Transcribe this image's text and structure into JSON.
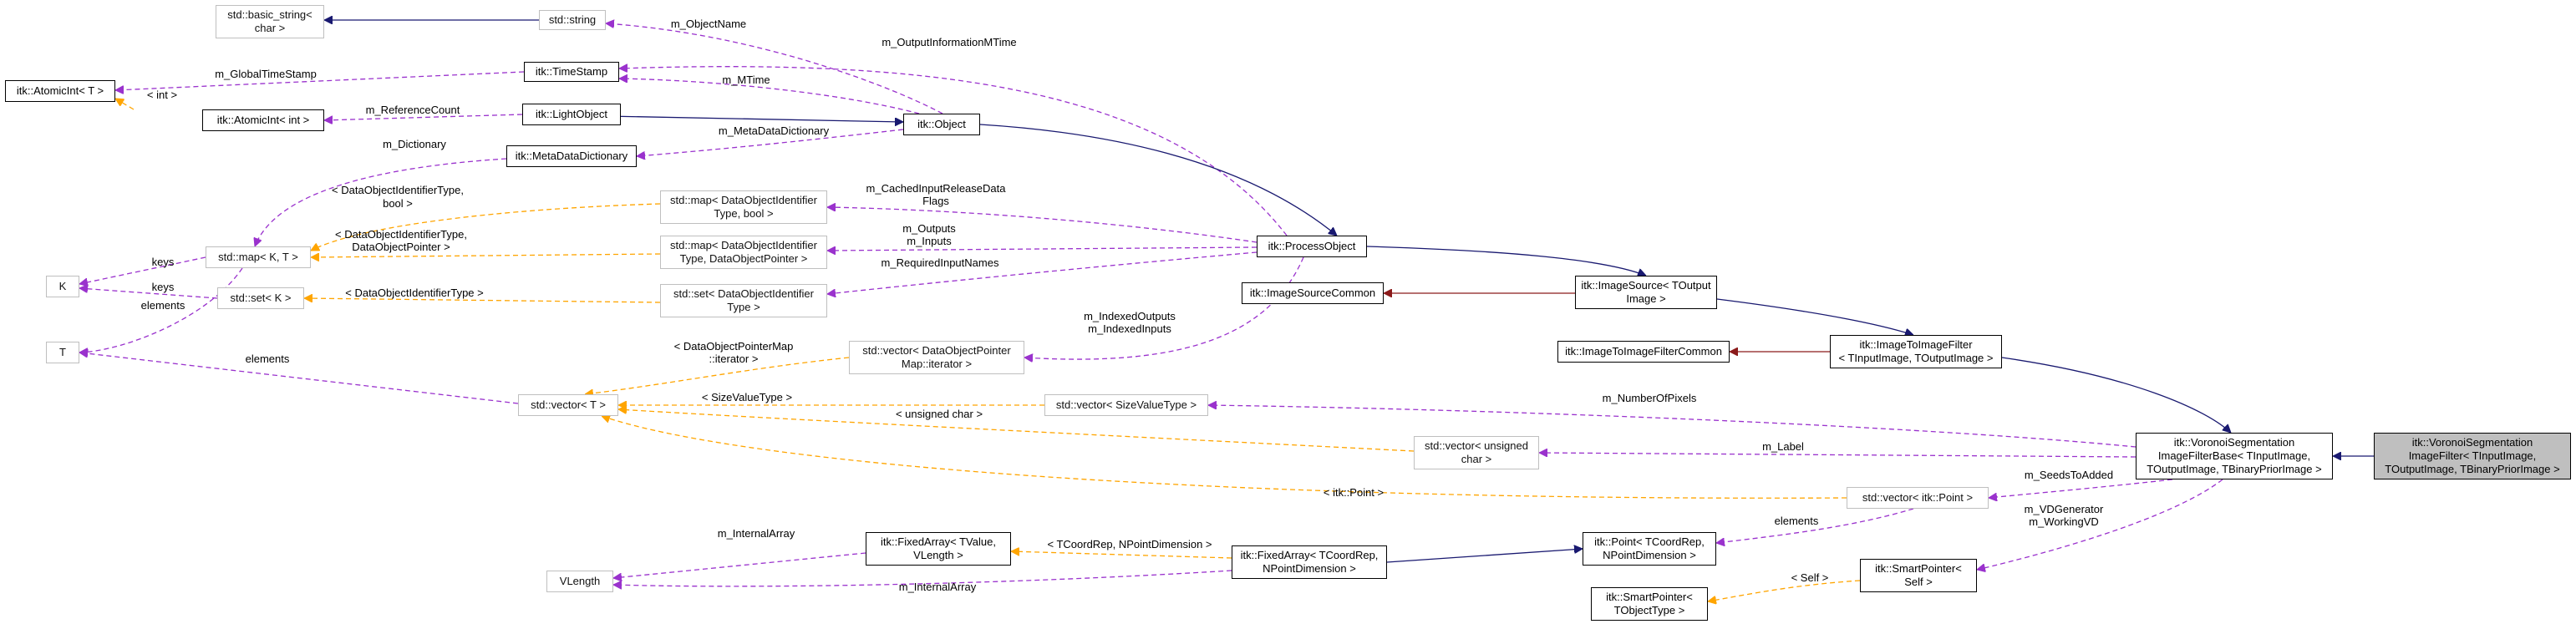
{
  "colors": {
    "inheritance": "#191970",
    "private_inheritance": "#8b1a1a",
    "usage": "#9a32cd",
    "template": "#ffa500",
    "highlight_fill": "#bfbfbf",
    "undocumented_border": "#bfbfbf"
  },
  "nodes": {
    "basic_string": "std::basic_string<\nchar >",
    "string": "std::string",
    "atomicint_t": "itk::AtomicInt< T >",
    "timestamp": "itk::TimeStamp",
    "atomicint_int": "itk::AtomicInt< int >",
    "lightobject": "itk::LightObject",
    "object": "itk::Object",
    "metadatadict": "itk::MetaDataDictionary",
    "map_kt": "std::map< K, T >",
    "map_bool": "std::map< DataObjectIdentifier\nType, bool >",
    "map_dop": "std::map< DataObjectIdentifier\nType, DataObjectPointer >",
    "set_doit": "std::set< DataObjectIdentifier\nType >",
    "processobject": "itk::ProcessObject",
    "k": "K",
    "set_k": "std::set< K >",
    "t": "T",
    "imagesourcecommon": "itk::ImageSourceCommon",
    "imagesource": "itk::ImageSource< TOutput\nImage >",
    "vector_dopmap": "std::vector< DataObjectPointer\nMap::iterator >",
    "i2ifcommon": "itk::ImageToImageFilterCommon",
    "i2if": "itk::ImageToImageFilter\n< TInputImage, TOutputImage >",
    "vector_t": "std::vector< T >",
    "vector_svt": "std::vector< SizeValueType >",
    "vector_uchar": "std::vector< unsigned\nchar >",
    "voronoibase": "itk::VoronoiSegmentation\nImageFilterBase< TInputImage,\nTOutputImage, TBinaryPriorImage >",
    "voronoi": "itk::VoronoiSegmentation\nImageFilter< TInputImage,\nTOutputImage, TBinaryPriorImage >",
    "vector_point": "std::vector< itk::Point >",
    "fixedarray_tv": "itk::FixedArray< TValue,\nVLength >",
    "point": "itk::Point< TCoordRep,\nNPointDimension >",
    "vlength": "VLength",
    "fixedarray_tc": "itk::FixedArray< TCoordRep,\nNPointDimension >",
    "smartpointer_self": "itk::SmartPointer<\nSelf >",
    "smartpointer_tot": "itk::SmartPointer<\nTObjectType >"
  },
  "edge_labels": {
    "m_ObjectName": "m_ObjectName",
    "m_OutputInformationMTime": "m_OutputInformationMTime",
    "m_GlobalTimeStamp": "m_GlobalTimeStamp",
    "int": "< int >",
    "m_MTime": "m_MTime",
    "m_ReferenceCount": "m_ReferenceCount",
    "m_MetaDataDictionary": "m_MetaDataDictionary",
    "m_Dictionary": "m_Dictionary",
    "m_CachedInputReleaseData1": "m_CachedInputReleaseData",
    "m_CachedInputReleaseData2": "Flags",
    "doit_bool1": "< DataObjectIdentifierType,",
    "doit_bool2": "bool >",
    "m_Outputs": "m_Outputs",
    "m_Inputs": "m_Inputs",
    "doit_dop1": "< DataObjectIdentifierType,",
    "doit_dop2": "DataObjectPointer >",
    "m_RequiredInputNames": "m_RequiredInputNames",
    "keys1": "keys",
    "keys2": "keys",
    "elements1": "elements",
    "doit": "< DataObjectIdentifierType >",
    "m_IndexedOutputs": "m_IndexedOutputs",
    "m_IndexedInputs": "m_IndexedInputs",
    "dopmap1": "< DataObjectPointerMap",
    "dopmap2": "::iterator >",
    "elements2": "elements",
    "svt": "< SizeValueType >",
    "m_NumberOfPixels": "m_NumberOfPixels",
    "uchar": "< unsigned char >",
    "m_Label": "m_Label",
    "itkpoint": "< itk::Point >",
    "m_SeedsToAdded": "m_SeedsToAdded",
    "elements3": "elements",
    "m_InternalArray1": "m_InternalArray",
    "tcrep": "< TCoordRep, NPointDimension >",
    "m_VDGenerator": "m_VDGenerator",
    "m_WorkingVD": "m_WorkingVD",
    "m_InternalArray2": "m_InternalArray",
    "self": "< Self >"
  }
}
